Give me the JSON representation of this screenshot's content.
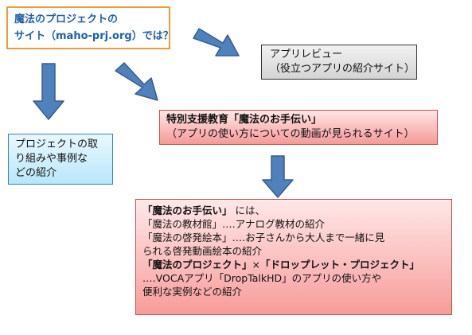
{
  "colors": {
    "arrow_fill": "#4f81bd",
    "arrow_stroke": "#385d8a",
    "top_border": "#f29a3a",
    "title_text": "#1f5fa8"
  },
  "top_box": {
    "line1": "魔法のプロジェクトの",
    "line2_prefix": "サイト（",
    "line2_url": "maho-prj.org",
    "line2_suffix": "）では？"
  },
  "review_box": {
    "title": "アプリレビュー",
    "subtitle": "（役立つアプリの紹介サイト）"
  },
  "project_box": {
    "line1": "プロジェクトの取",
    "line2": "り組みや事例な",
    "line3": "どの紹介"
  },
  "support_box": {
    "title": "特別支援教育「魔法のお手伝い」",
    "subtitle": "（アプリの使い方についての動画が見られるサイト）"
  },
  "detail_box": {
    "heading_bold": "「魔法のお手伝い」",
    "heading_rest": " には、",
    "item1_name": "「魔法の教材館」",
    "item1_desc": "‥‥アナログ教材の紹介",
    "item2_name": "「魔法の啓発絵本」",
    "item2_desc": "‥‥お子さんから大人まで一緒に見",
    "item2_desc2": "られる啓発動画絵本の紹介",
    "item3_name1": "「魔法のプロジェクト」",
    "item3_times": "×",
    "item3_name2": "「ドロップレット・プロジェクト」",
    "item3_desc": "‥‥VOCAアプリ「DropTalkHD」のアプリの使い方や",
    "item3_desc2": "便利な実例などの紹介"
  }
}
